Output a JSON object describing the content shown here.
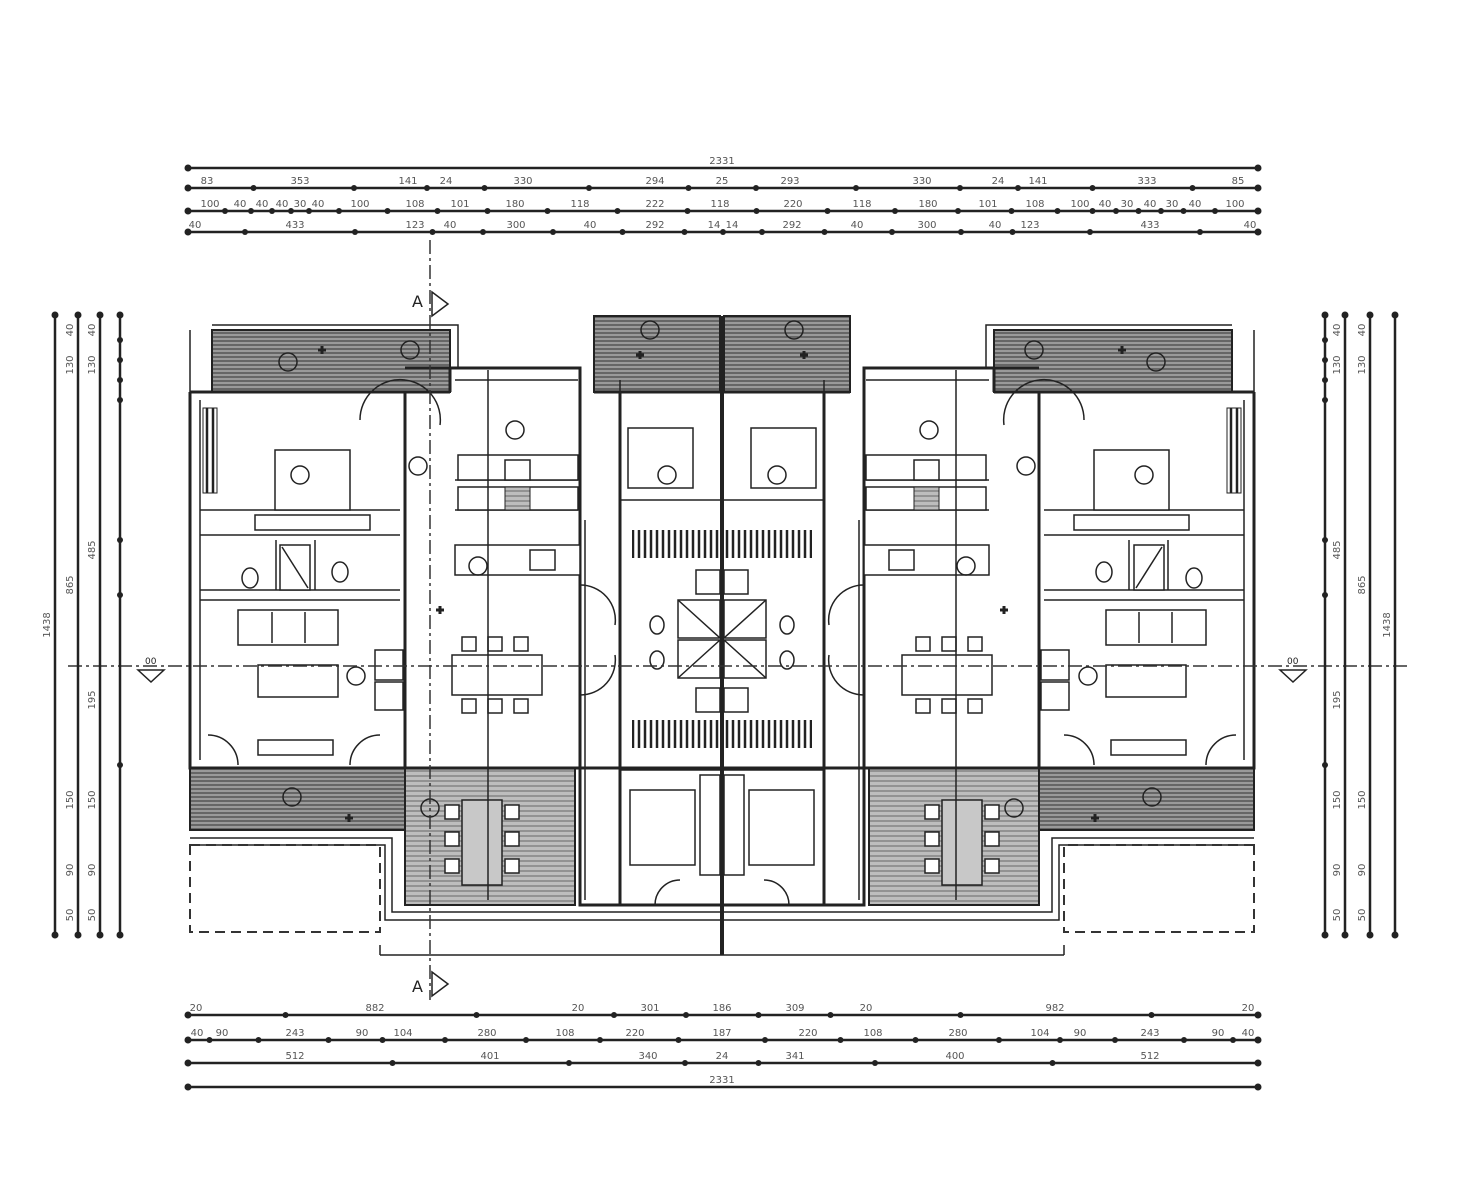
{
  "drawing": {
    "type": "floor plan",
    "section_marker_top": "A",
    "section_marker_bottom": "A",
    "section_marker_left": "00",
    "section_marker_right": "00"
  },
  "dimensions": {
    "top_overall": [
      "2331"
    ],
    "top_row1": [
      "83",
      "353",
      "141",
      "24",
      "330",
      "294",
      "25",
      "293",
      "330",
      "24",
      "141",
      "333",
      "85"
    ],
    "top_row2": [
      "100",
      "40",
      "40",
      "40",
      "30",
      "40",
      "100",
      "108",
      "101",
      "180",
      "118",
      "222",
      "118",
      "220",
      "118",
      "180",
      "101",
      "108",
      "100",
      "40",
      "30",
      "40",
      "30",
      "40",
      "100"
    ],
    "top_row3": [
      "40",
      "433",
      "123",
      "40",
      "300",
      "40",
      "292",
      "14",
      "14",
      "292",
      "40",
      "300",
      "40",
      "123",
      "433",
      "40"
    ],
    "bottom_row1": [
      "20",
      "882",
      "20",
      "301",
      "186",
      "309",
      "20",
      "982",
      "20"
    ],
    "bottom_row2": [
      "40",
      "90",
      "243",
      "90",
      "104",
      "280",
      "108",
      "220",
      "187",
      "220",
      "108",
      "280",
      "104",
      "90",
      "243",
      "90",
      "40"
    ],
    "bottom_row3": [
      "512",
      "401",
      "340",
      "24",
      "341",
      "400",
      "512"
    ],
    "bottom_overall": [
      "2331"
    ],
    "left_overall": [
      "1438"
    ],
    "left_col2": [
      "40",
      "130",
      "865",
      "150",
      "90",
      "50"
    ],
    "left_col3": [
      "40",
      "130",
      "485",
      "195",
      "150",
      "90",
      "50"
    ],
    "right_overall": [
      "1438"
    ],
    "right_col2": [
      "40",
      "130",
      "865",
      "150",
      "90",
      "50"
    ],
    "right_col3": [
      "40",
      "130",
      "485",
      "195",
      "150",
      "90",
      "50"
    ]
  },
  "colors": {
    "line": "#222222",
    "hatch": "#555555",
    "background": "#ffffff"
  }
}
